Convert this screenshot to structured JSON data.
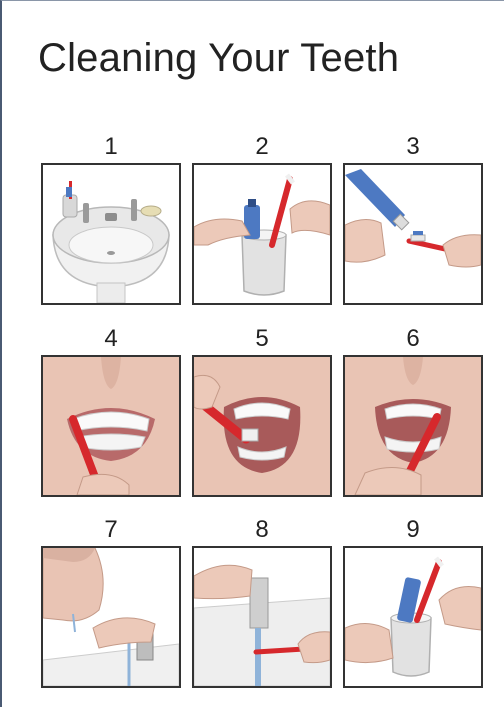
{
  "title": "Cleaning Your Teeth",
  "steps": [
    {
      "number": "1"
    },
    {
      "number": "2"
    },
    {
      "number": "3"
    },
    {
      "number": "4"
    },
    {
      "number": "5"
    },
    {
      "number": "6"
    },
    {
      "number": "7"
    },
    {
      "number": "8"
    },
    {
      "number": "9"
    }
  ],
  "colors": {
    "brush_red": "#d6282c",
    "paste_blue": "#4d79c2",
    "skin": "#e9c4b4",
    "porcelain": "#f2f2f2"
  }
}
